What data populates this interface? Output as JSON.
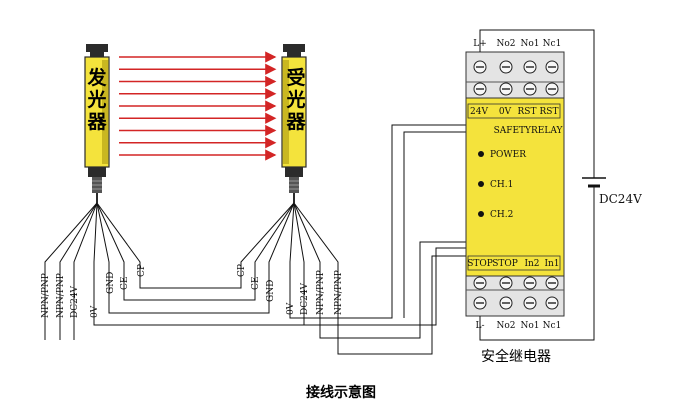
{
  "emitter": {
    "text": [
      "发",
      "光",
      "器"
    ]
  },
  "receiver": {
    "text": [
      "受",
      "光",
      "器"
    ]
  },
  "beam_count": 9,
  "emitter_wires": [
    "NPN/PNP",
    "NPN/PNP",
    "DC24V",
    "0V",
    "GND",
    "CE",
    "CP"
  ],
  "receiver_wires": [
    "CP",
    "CE",
    "GND",
    "0V",
    "DC24V",
    "NPN/PNP",
    "NPN/PNP"
  ],
  "relay": {
    "top_terminals": [
      "L+",
      "No2",
      "No1",
      "Nc1"
    ],
    "bottom_terminals": [
      "L-",
      "No2",
      "No1",
      "Nc1"
    ],
    "inner_top": [
      "24V",
      "0V",
      "RST",
      "RST"
    ],
    "inner_bottom": [
      "STOP",
      "STOP",
      "In2",
      "In1"
    ],
    "model": "SAFETYRELAY",
    "indicators": [
      "POWER",
      "CH.1",
      "CH.2"
    ],
    "name": "安全继电器"
  },
  "power_supply": "DC24V",
  "caption": "接线示意图",
  "colors": {
    "device": "#f4e33c",
    "device_dark": "#2b2b2b",
    "beam": "#d32525",
    "terminal_block": "#e4e4e4"
  }
}
